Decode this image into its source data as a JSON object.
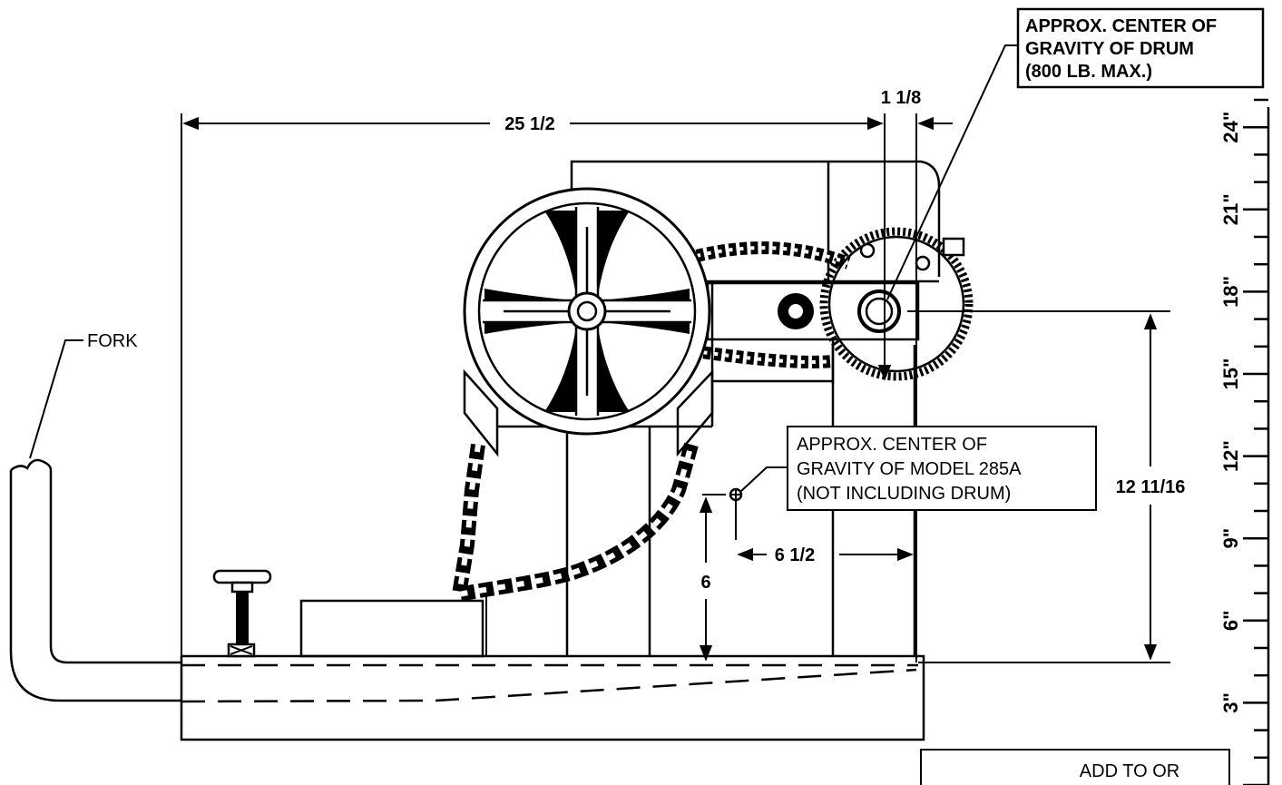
{
  "labels": {
    "fork": "FORK",
    "cg_drum_line1": "APPROX. CENTER OF",
    "cg_drum_line2": "GRAVITY OF DRUM",
    "cg_drum_line3": "(800 LB. MAX.)",
    "cg_model_line1": "APPROX. CENTER OF",
    "cg_model_line2": "GRAVITY OF MODEL 285A",
    "cg_model_line3": "(NOT INCLUDING DRUM)",
    "note_line1": "ADD TO OR"
  },
  "dimensions": {
    "overall_length": "25 1/2",
    "offset_top": "1 1/8",
    "drum_cg_height": "12 11/16",
    "model_cg_height": "6",
    "model_cg_offset": "6 1/2"
  },
  "ruler_ticks": [
    "3\"",
    "6\"",
    "9\"",
    "12\"",
    "15\"",
    "18\"",
    "21\"",
    "24\""
  ]
}
